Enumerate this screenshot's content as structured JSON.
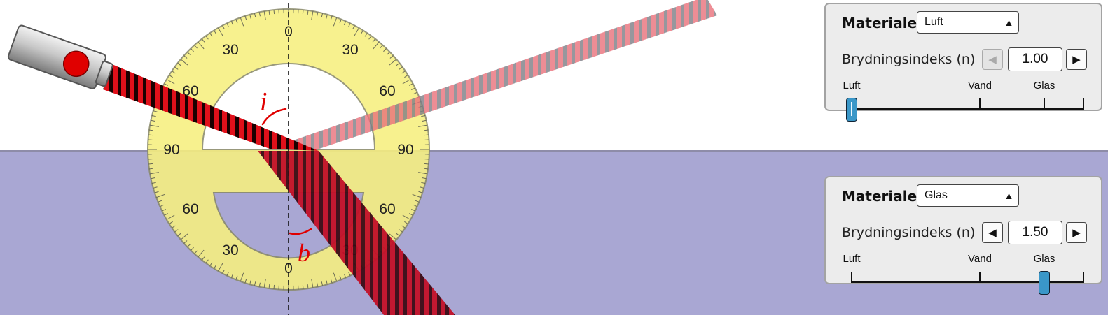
{
  "scene": {
    "upper_medium_color": "#ffffff",
    "lower_medium_color": "#a9a7d3",
    "beam_color": "#e0101a",
    "protractor_color": "#f7f07f",
    "protractor_labels_upper": [
      "0",
      "30",
      "30",
      "60",
      "60",
      "90",
      "90"
    ],
    "protractor_labels_lower": [
      "60",
      "60",
      "30",
      "30",
      "0"
    ],
    "annotation_incident": "i",
    "annotation_refracted": "b",
    "laser_button_color": "#e00000"
  },
  "top_panel": {
    "material_label": "Materiale",
    "material_value": "Luft",
    "select_arrow": "▲",
    "index_label": "Brydningsindeks (n)",
    "index_value": "1.00",
    "dec_symbol": "◀",
    "inc_symbol": "▶",
    "dec_disabled": true,
    "ticks": [
      "Luft",
      "Vand",
      "Glas"
    ],
    "slider_value": 1.0
  },
  "bottom_panel": {
    "material_label": "Materiale",
    "material_value": "Glas",
    "select_arrow": "▲",
    "index_label": "Brydningsindeks (n)",
    "index_value": "1.50",
    "dec_symbol": "◀",
    "inc_symbol": "▶",
    "dec_disabled": false,
    "ticks": [
      "Luft",
      "Vand",
      "Glas"
    ],
    "slider_value": 1.5
  }
}
